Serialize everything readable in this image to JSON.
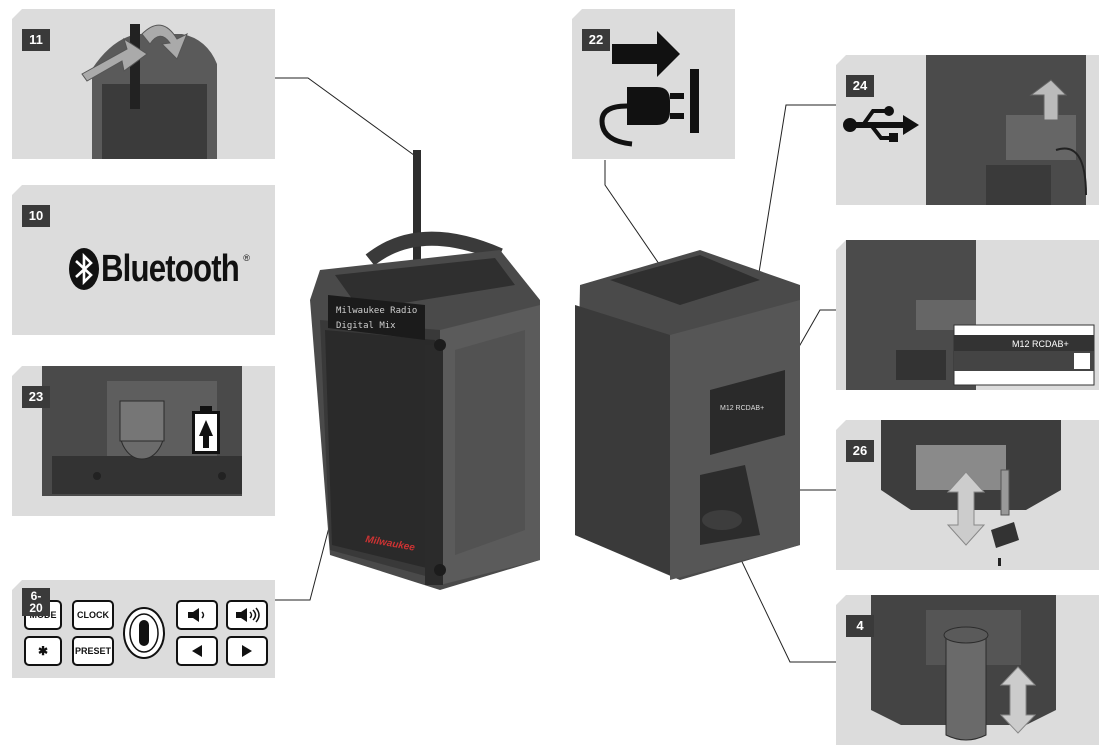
{
  "panels": {
    "p11": {
      "badge": "11"
    },
    "p10": {
      "badge": "10",
      "logo_text": "Bluetooth",
      "registered": "®"
    },
    "p23": {
      "badge": "23"
    },
    "p6": {
      "badge": "6-\n20",
      "keys": {
        "mode": "MODE",
        "clock": "CLOCK",
        "bluetooth": "✱",
        "preset": "PRESET"
      }
    },
    "p22": {
      "badge": "22"
    },
    "p24": {
      "badge": "24"
    },
    "p25": {
      "label_model": "M12 RCDAB+"
    },
    "p26": {
      "badge": "26"
    },
    "p4": {
      "badge": "4"
    }
  },
  "radio": {
    "display_line1": "Milwaukee Radio",
    "display_line2": "Digital Mix",
    "brand": "Milwaukee",
    "rear_label_model": "M12 RCDAB+"
  },
  "colors": {
    "panel_bg": "#dcdcdc",
    "device_dark": "#3b3b3b",
    "device_mid": "#5a5a5a",
    "badge_bg": "#3a3a3a"
  }
}
